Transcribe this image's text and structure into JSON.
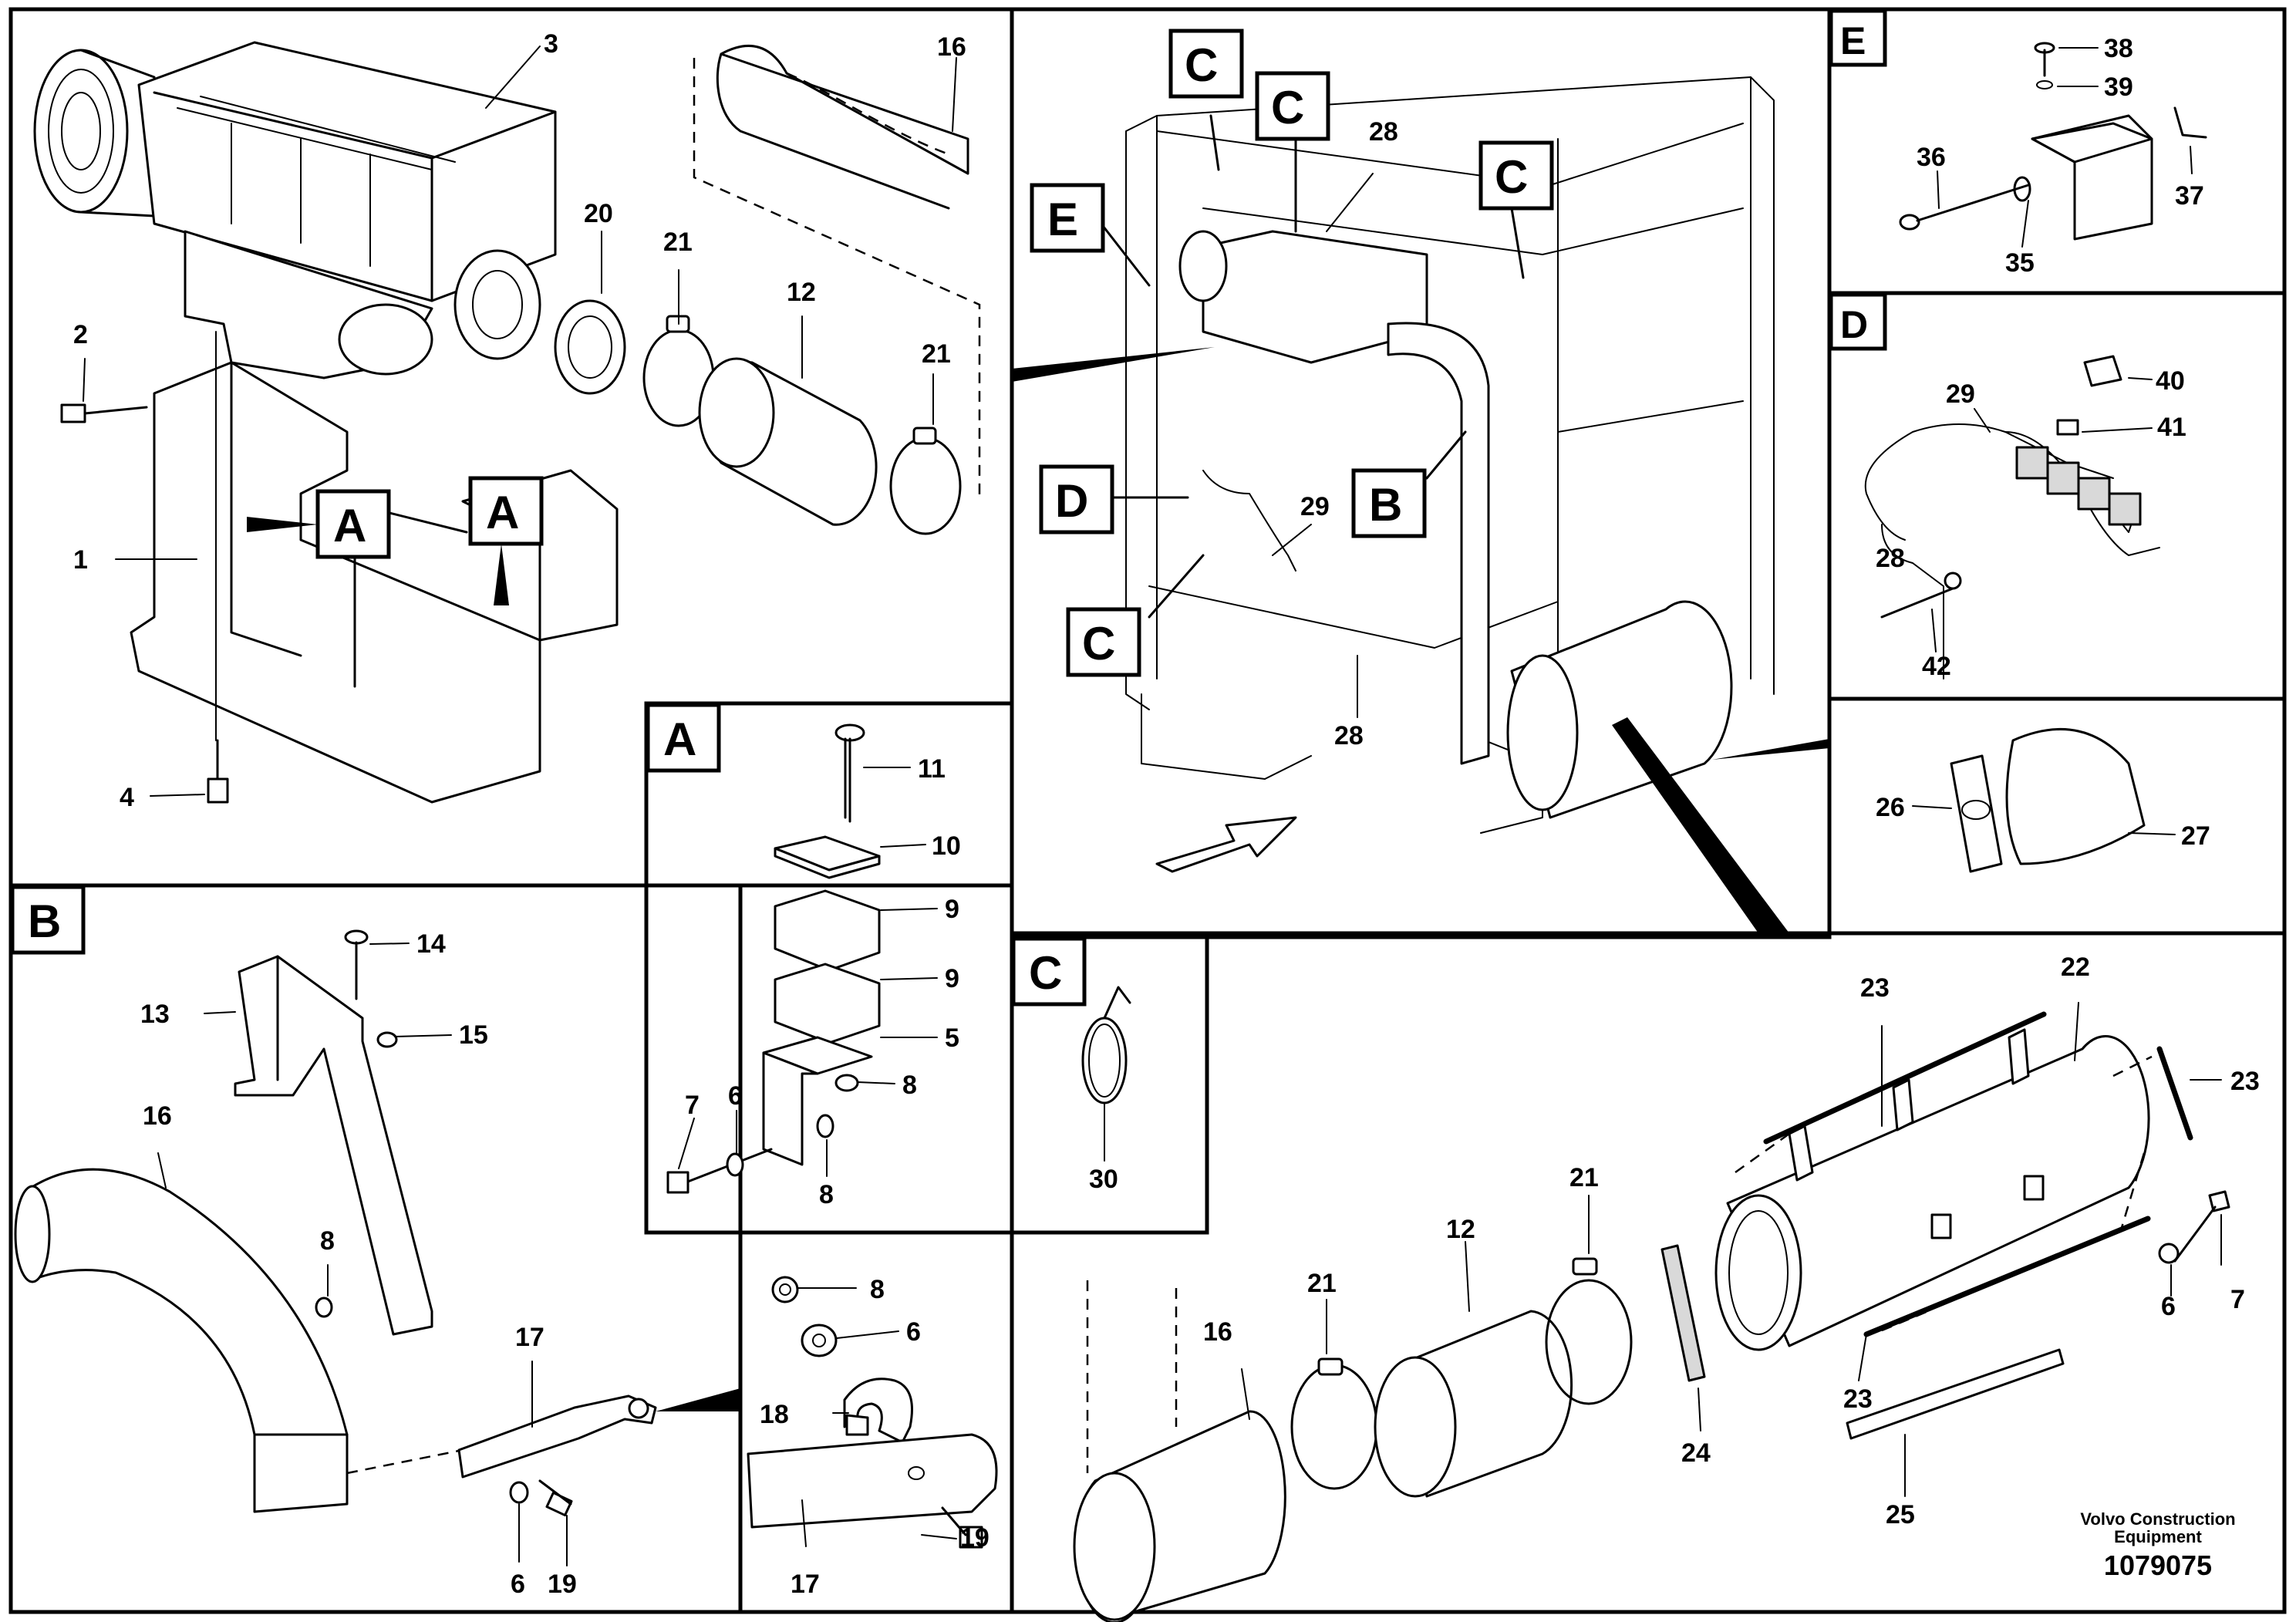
{
  "callouts": {
    "c1": "1",
    "c2": "2",
    "c3": "3",
    "c4": "4",
    "c5": "5",
    "c6": "6",
    "c7": "7",
    "c8": "8",
    "c9": "9",
    "c10": "10",
    "c11": "11",
    "c12": "12",
    "c13": "13",
    "c14": "14",
    "c15": "15",
    "c16": "16",
    "c17": "17",
    "c18": "18",
    "c19": "19",
    "c20": "20",
    "c21": "21",
    "c22": "22",
    "c23": "23",
    "c24": "24",
    "c25": "25",
    "c26": "26",
    "c27": "27",
    "c28": "28",
    "c29": "29",
    "c30": "30",
    "c35": "35",
    "c36": "36",
    "c37": "37",
    "c38": "38",
    "c39": "39",
    "c40": "40",
    "c41": "41",
    "c42": "42"
  },
  "detail_tags": {
    "a": "A",
    "b": "B",
    "c": "C",
    "d": "D",
    "e": "E"
  },
  "footer": {
    "brand_line1": "Volvo Construction",
    "brand_line2": "Equipment",
    "doc_number": "1079075"
  }
}
